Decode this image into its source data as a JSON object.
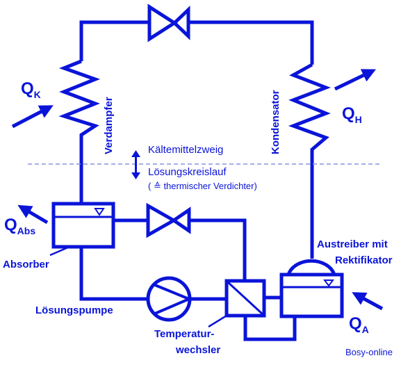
{
  "colors": {
    "line": "#0a14d8",
    "dashed": "#8a90e0",
    "background": "#ffffff"
  },
  "heat_flows": {
    "q_k": {
      "symbol": "Q",
      "sub": "K"
    },
    "q_h": {
      "symbol": "Q",
      "sub": "H"
    },
    "q_abs": {
      "symbol": "Q",
      "sub": "Abs"
    },
    "q_a": {
      "symbol": "Q",
      "sub": "A"
    }
  },
  "components": {
    "evaporator": "Verdampfer",
    "condenser": "Kondensator",
    "absorber": "Absorber",
    "pump": "Lösungspumpe",
    "heat_exchanger_line1": "Temperatur-",
    "heat_exchanger_line2": "wechsler",
    "generator_line1": "Austreiber mit",
    "generator_line2": "Rektifikator"
  },
  "divider": {
    "upper": "Kältemittelzweig",
    "lower": "Lösungskreislauf",
    "note": "( ≙ thermischer Verdichter)"
  },
  "credit": "Bosy-online"
}
